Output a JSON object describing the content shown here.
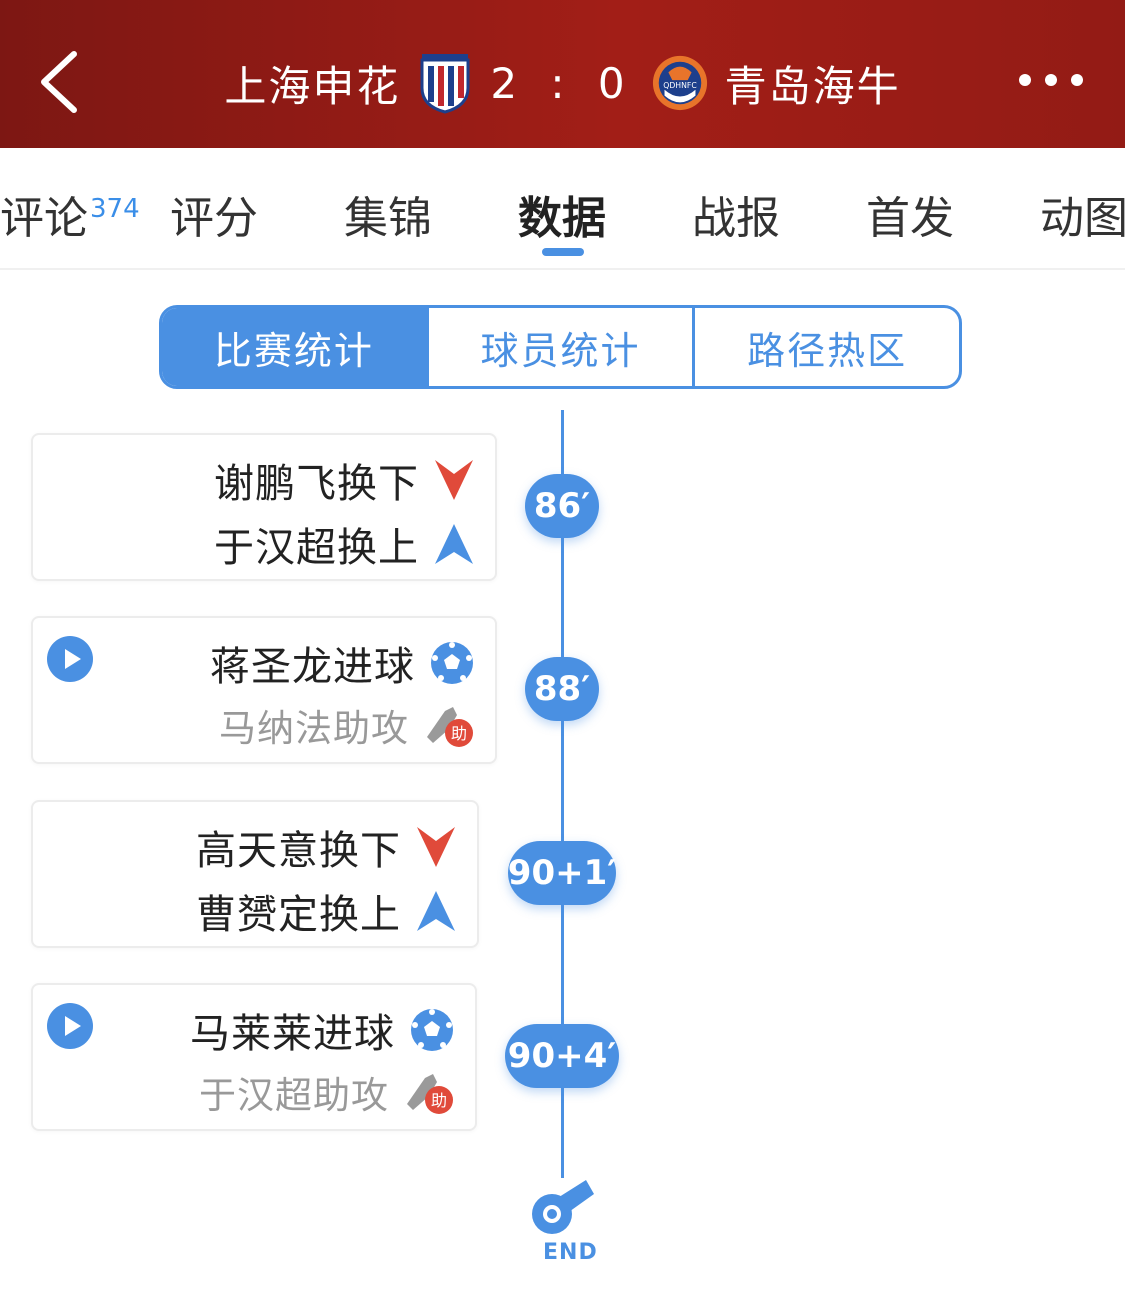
{
  "header": {
    "home_team": "上海申花",
    "away_team": "青岛海牛",
    "score": "2 : 0",
    "away_crest_text": "QDHNFC"
  },
  "tabs": [
    {
      "label": "评论",
      "count": "374"
    },
    {
      "label": "评分"
    },
    {
      "label": "集锦"
    },
    {
      "label": "数据",
      "active": true
    },
    {
      "label": "战报"
    },
    {
      "label": "首发"
    },
    {
      "label": "动图"
    }
  ],
  "segments": [
    "比赛统计",
    "球员统计",
    "路径热区"
  ],
  "events": [
    {
      "time": "86′",
      "type": "sub",
      "line1": "谢鹏飞换下",
      "line2": "于汉超换上"
    },
    {
      "time": "88′",
      "type": "goal",
      "line1": "蒋圣龙进球",
      "line2": "马纳法助攻"
    },
    {
      "time": "90+1′",
      "type": "sub",
      "line1": "高天意换下",
      "line2": "曹赟定换上"
    },
    {
      "time": "90+4′",
      "type": "goal",
      "line1": "马莱莱进球",
      "line2": "于汉超助攻"
    }
  ],
  "assist_badge": "助",
  "end_label": "END",
  "colors": {
    "header_red": "#a21e17",
    "accent_blue": "#4a90e2",
    "sub_out_red": "#e04a3a"
  }
}
